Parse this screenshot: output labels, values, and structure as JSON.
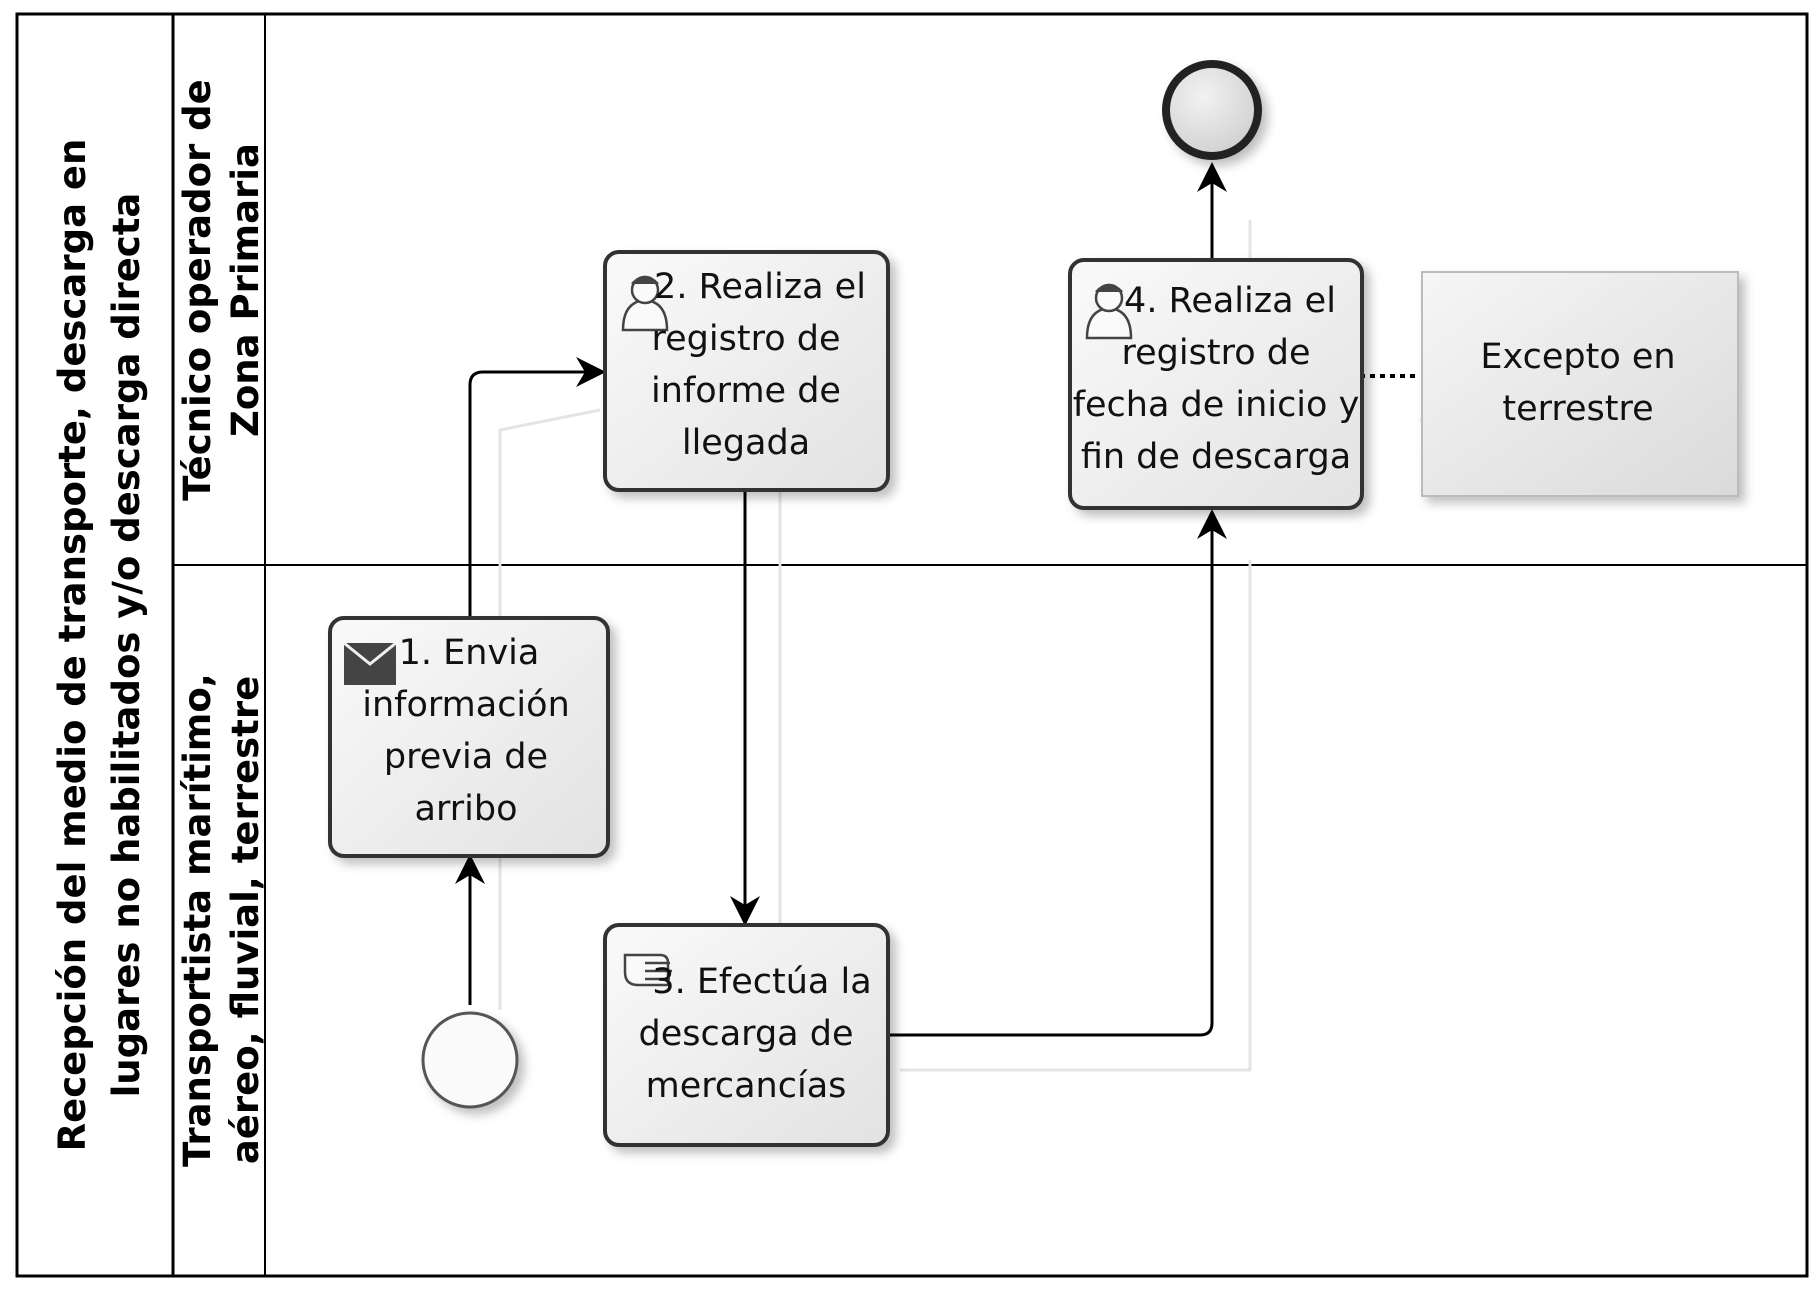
{
  "pool": {
    "title_lines": [
      "Recepción del medio de transporte, descarga en",
      "lugares no habilitados y/o descarga directa"
    ]
  },
  "lanes": [
    {
      "id": "tecnico",
      "label_lines": [
        "Técnico operador de",
        "Zona Primaria"
      ]
    },
    {
      "id": "transportista",
      "label_lines": [
        "Transportista marítimo,",
        "aéreo, fluvial, terrestre"
      ]
    }
  ],
  "tasks": [
    {
      "id": "task1",
      "icon": "envelope-icon",
      "lines": [
        "1. Envia",
        "información",
        "previa de",
        "arribo"
      ]
    },
    {
      "id": "task2",
      "icon": "user-icon",
      "lines": [
        "2. Realiza el",
        "registro de",
        "informe de",
        "llegada"
      ]
    },
    {
      "id": "task3",
      "icon": "manual-task-icon",
      "lines": [
        "3. Efectúa la",
        "descarga de",
        "mercancías"
      ]
    },
    {
      "id": "task4",
      "icon": "user-icon",
      "lines": [
        "4. Realiza el",
        "registro de",
        "fecha de inicio y",
        "fin de descarga"
      ]
    }
  ],
  "annotation": {
    "lines": [
      "Excepto en",
      "terrestre"
    ]
  },
  "colors": {
    "border": "#3c3c3c",
    "task_fill": "#eeeeee",
    "icon": "#444444"
  }
}
